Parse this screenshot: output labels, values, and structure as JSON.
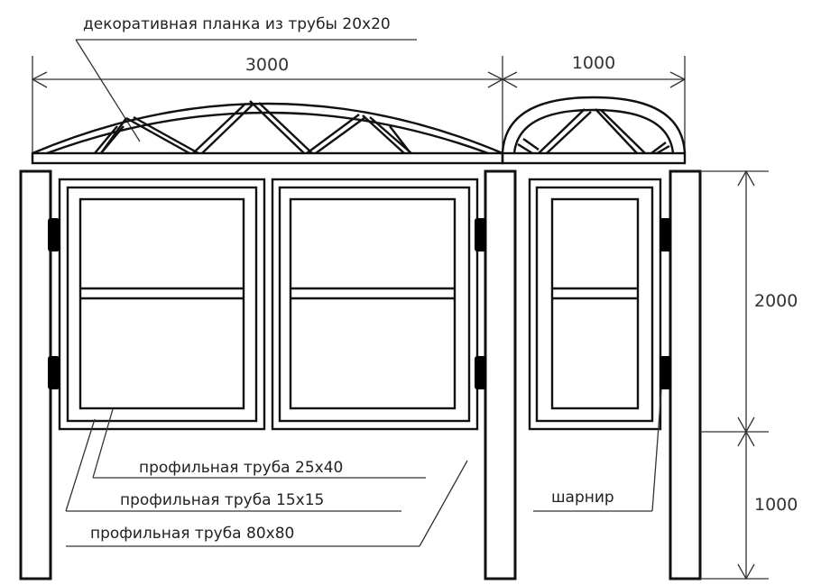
{
  "drawing": {
    "title": "Gate and wicket with decorative arches",
    "background": "#ffffff",
    "line_color": "#111111"
  },
  "dimensions": {
    "gate_width": "3000",
    "wicket_width": "1000",
    "gate_height": "2000",
    "post_below_height": "1000"
  },
  "callouts": {
    "decorative_bar": "декоративная планка из трубы 20х20",
    "pipe_25x40": "профильная труба 25х40",
    "pipe_15x15": "профильная труба 15х15",
    "pipe_80x80": "профильная труба 80х80",
    "hinge": "шарнир"
  },
  "elements": {
    "posts": 3,
    "gate_leaves": 2,
    "wicket_leaves": 1,
    "hinges": 6
  }
}
